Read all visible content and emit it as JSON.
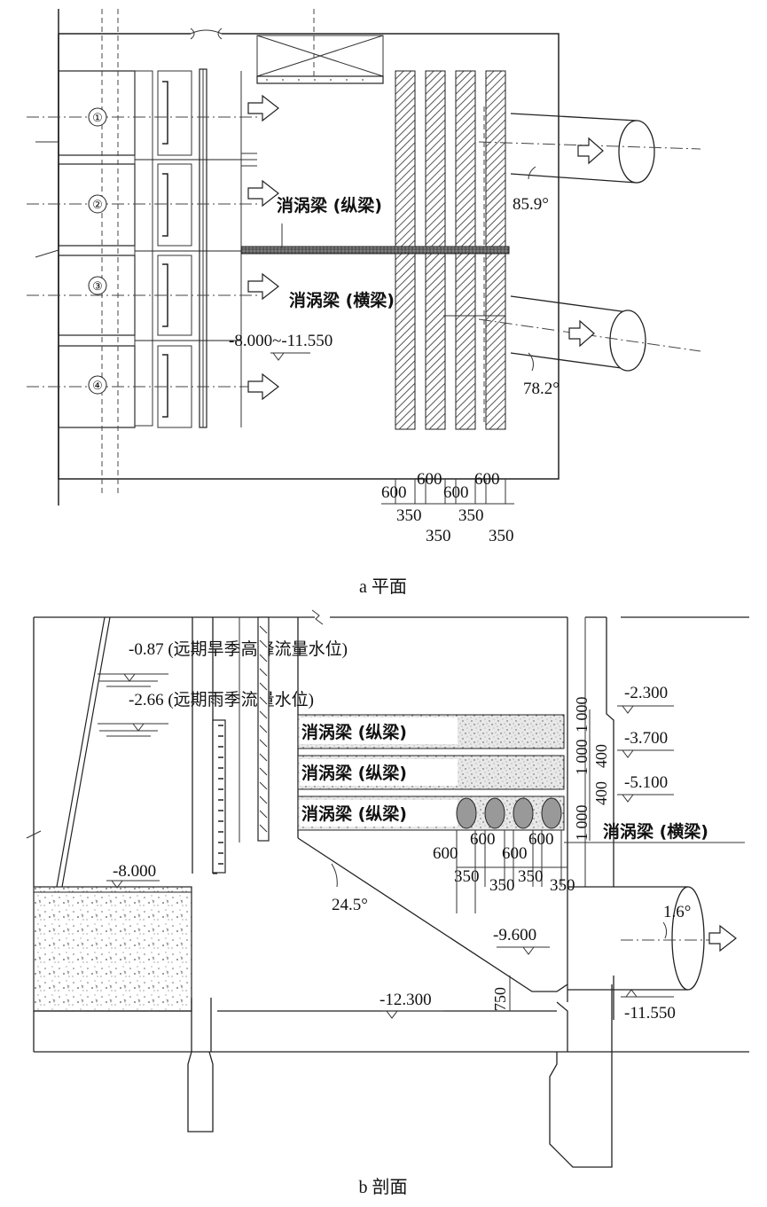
{
  "plan": {
    "caption": "a 平面",
    "units": [
      "①",
      "②",
      "③",
      "④"
    ],
    "beam_long_label": "消涡梁 (纵梁)",
    "beam_trans_label": "消涡梁 (横梁)",
    "elev_range": "-8.000~-11.550",
    "angle_top": "85.9°",
    "angle_bottom": "78.2°",
    "dims_top": [
      "600",
      "600",
      "600",
      "600"
    ],
    "dims_bottom": [
      "350",
      "350",
      "350",
      "350"
    ]
  },
  "section": {
    "caption": "b 剖面",
    "wl_dry": "-0.87 (远期旱季高峰流量水位)",
    "wl_rain": "-2.66 (远期雨季流量水位)",
    "beam_labels": [
      "消涡梁 (纵梁)",
      "消涡梁 (纵梁)",
      "消涡梁 (纵梁)"
    ],
    "beam_trans_label": "消涡梁 (横梁)",
    "elevations_right": [
      "-2.300",
      "-3.700",
      "-5.100"
    ],
    "vertical_dims": [
      "1 000",
      "1 000",
      "1 000",
      "400",
      "400"
    ],
    "elev_left": "-8.000",
    "slope_angle": "24.5°",
    "elev_9600": "-9.600",
    "pipe_angle": "1.6°",
    "elev_12300": "-12.300",
    "dim_750": "750",
    "elev_11550": "-11.550",
    "dims_top": [
      "600",
      "600",
      "600",
      "600"
    ],
    "dims_bottom": [
      "350",
      "350",
      "350",
      "350"
    ]
  }
}
